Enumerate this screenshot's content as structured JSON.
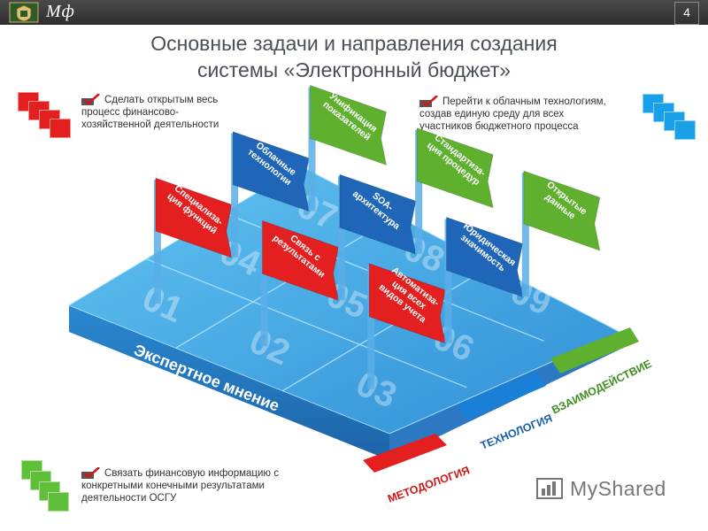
{
  "header": {
    "brand": "Мф",
    "slide_number": "4"
  },
  "title": {
    "line1": "Основные задачи и направления создания",
    "line2": "системы «Электронный бюджет»"
  },
  "notes": {
    "top_left": {
      "line1": "Сделать открытым весь",
      "line2": "процесс финансово-",
      "line3": "хозяйственной деятельности"
    },
    "top_right": {
      "line1": "Перейти к облачным технологиям,",
      "line2": "создав единую среду для всех",
      "line3": "участников бюджетного процесса"
    },
    "bottom_left": {
      "line1": "Связать финансовую информацию с",
      "line2": "конкретными конечными результатами",
      "line3": "деятельности ОСГУ"
    }
  },
  "diagram": {
    "platform_label": "Экспертное мнение",
    "tiles": [
      "01",
      "02",
      "03",
      "04",
      "05",
      "06",
      "07",
      "08",
      "09"
    ],
    "flags": [
      {
        "lines": [
          "Специализа-",
          "ция функций"
        ],
        "color": "#e41f1f"
      },
      {
        "lines": [
          "Облачные",
          "технологии"
        ],
        "color": "#1f66b8"
      },
      {
        "lines": [
          "Унификация",
          "показателей"
        ],
        "color": "#5fb02f"
      },
      {
        "lines": [
          "Связь с",
          "результатами"
        ],
        "color": "#e41f1f"
      },
      {
        "lines": [
          "SOA-",
          "архитектура"
        ],
        "color": "#1f66b8"
      },
      {
        "lines": [
          "Стандартиза-",
          "ция процедур"
        ],
        "color": "#5fb02f"
      },
      {
        "lines": [
          "Автоматиза-",
          "ция всех",
          "видов учета"
        ],
        "color": "#e41f1f"
      },
      {
        "lines": [
          "Юридическая",
          "значимость"
        ],
        "color": "#1f66b8"
      },
      {
        "lines": [
          "Открытые",
          "данные"
        ],
        "color": "#5fb02f"
      }
    ],
    "bands": [
      {
        "label": "МЕТОДОЛОГИЯ",
        "color": "#e41f1f",
        "text_color": "#d01818"
      },
      {
        "label": "ТЕХНОЛОГИЯ",
        "color": "#1a7fd6",
        "text_color": "#1a5fb0"
      },
      {
        "label": "ВЗАИМОДЕЙСТВИЕ",
        "color": "#5fb02f",
        "text_color": "#3f8f1f"
      }
    ]
  },
  "watermark": {
    "text": "MyShared"
  }
}
